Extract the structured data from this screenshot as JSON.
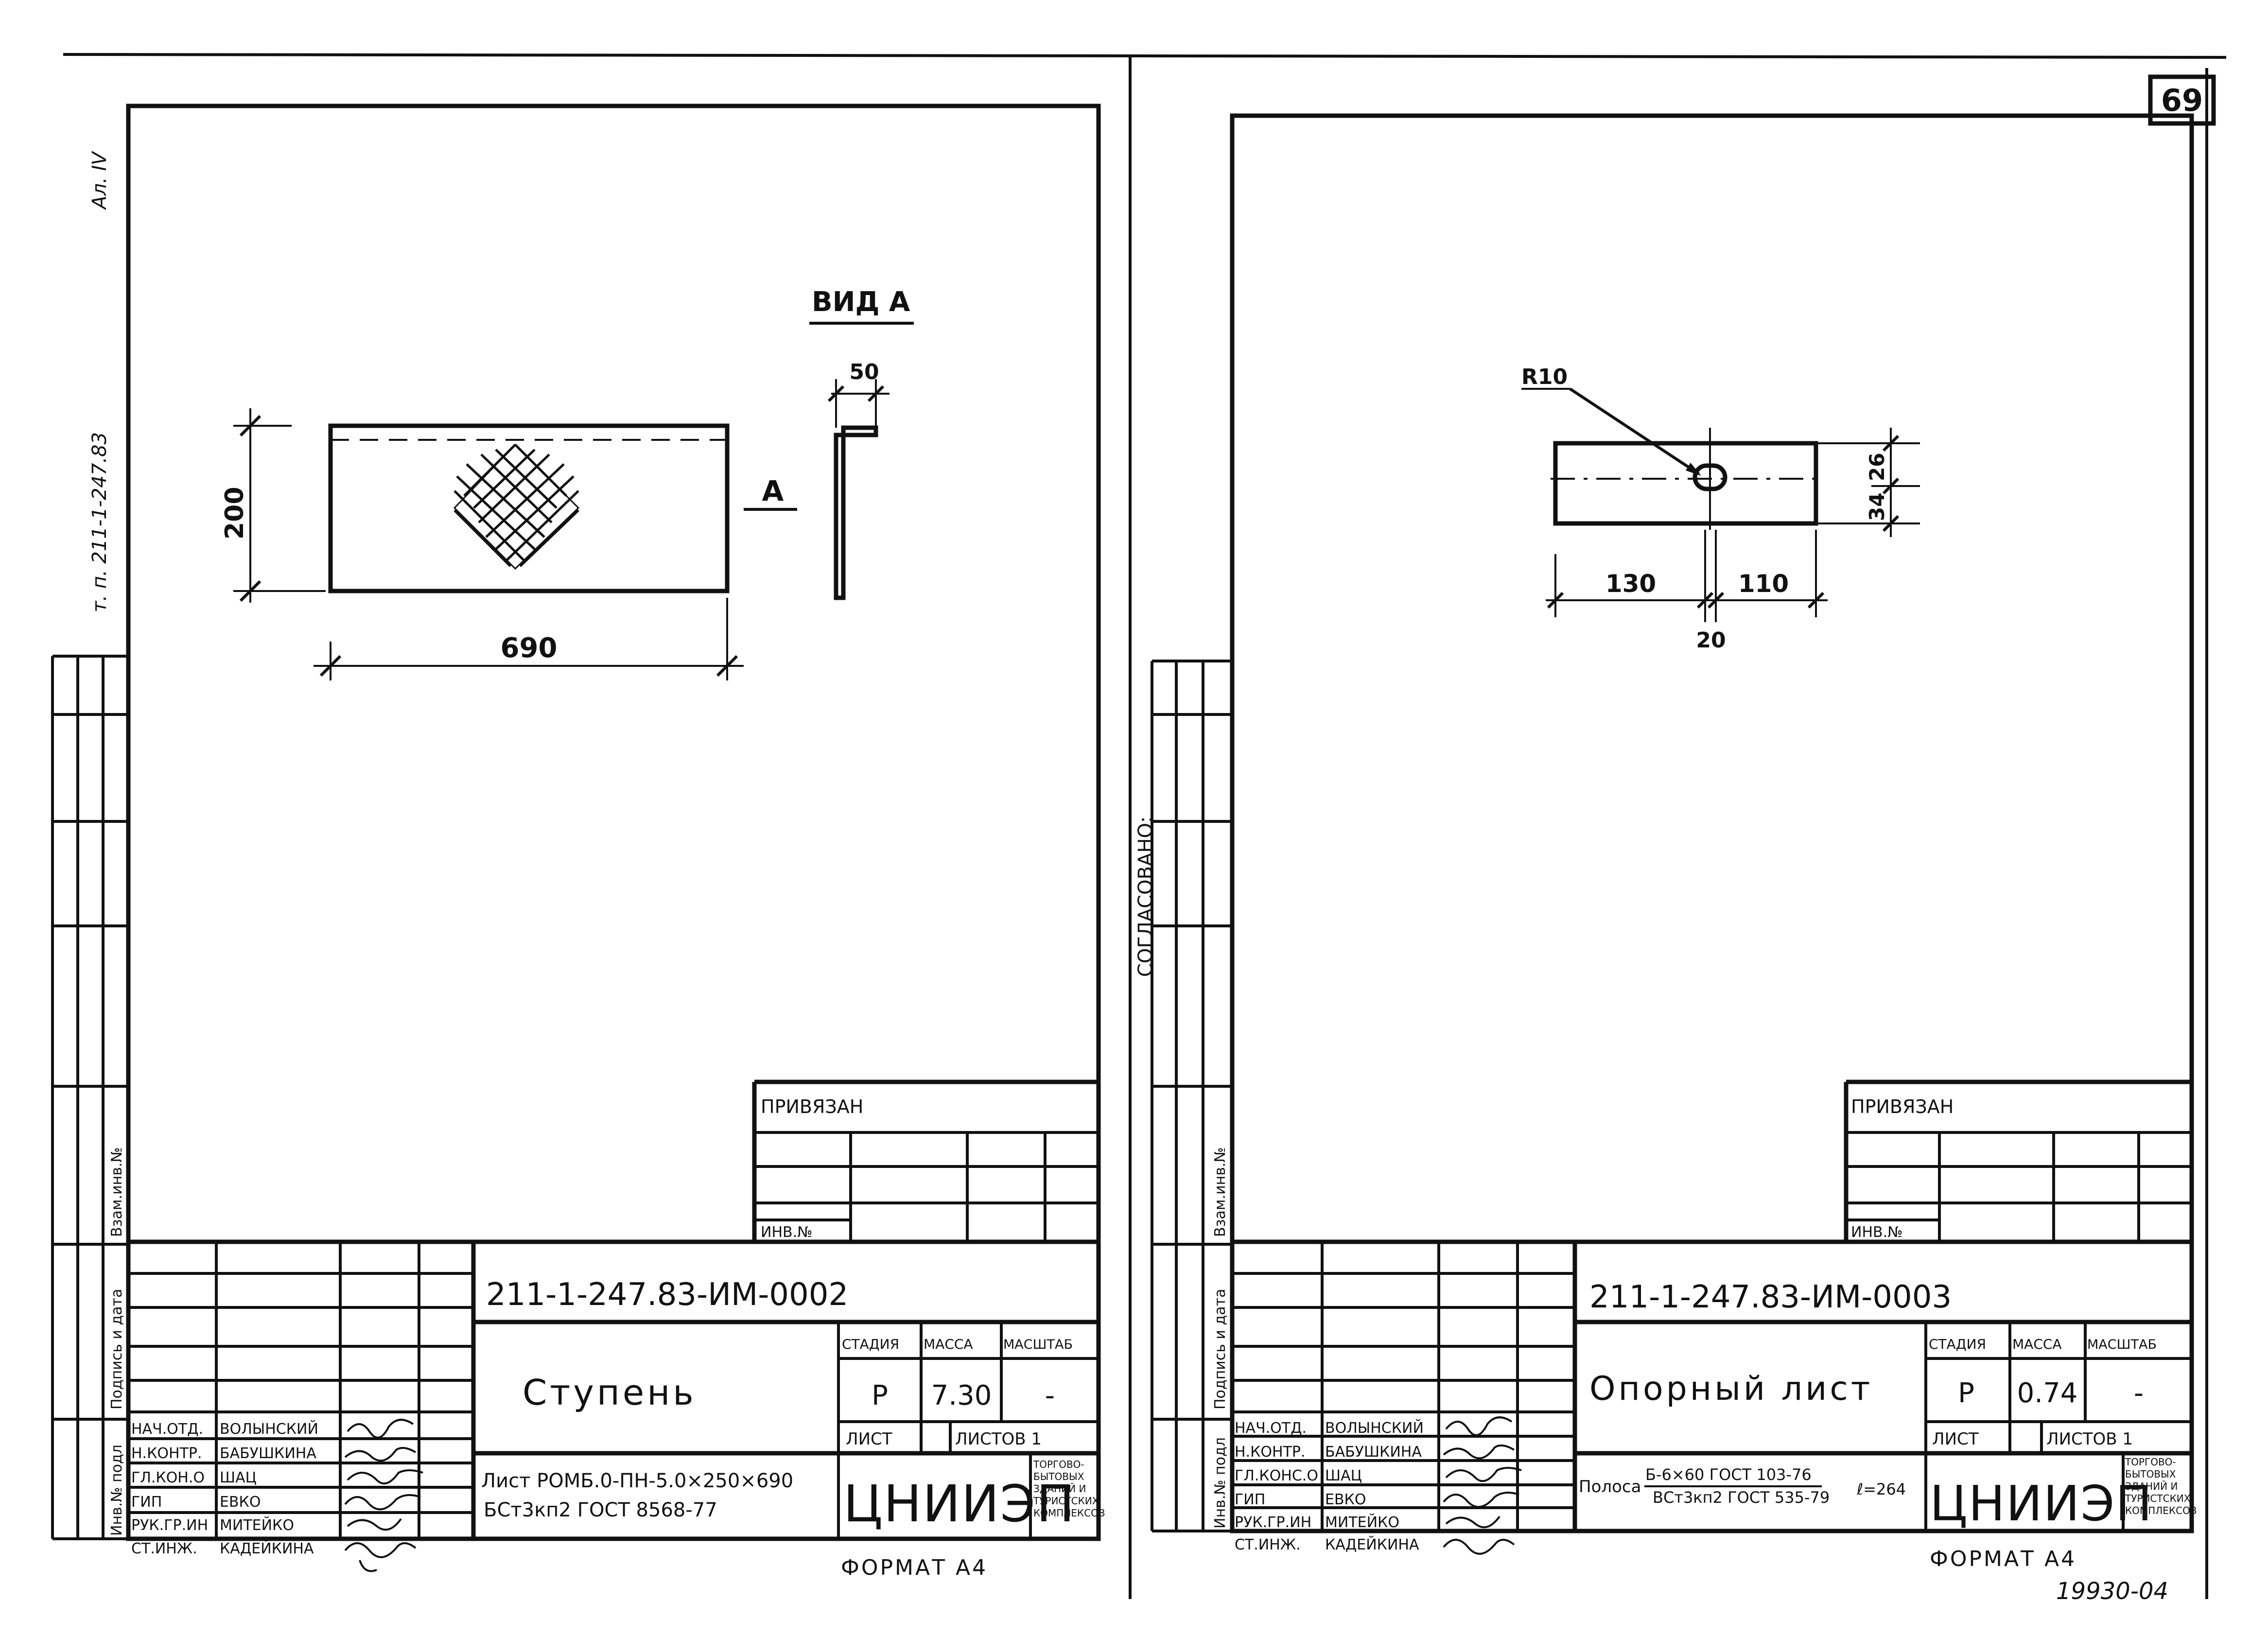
{
  "page_number": "69",
  "bottom_code": "19930-04",
  "left_margin": {
    "album": "Ал. IV",
    "project": "т. п. 211-1-247.83",
    "stamp_cols": [
      "Инв.№ подл",
      "Подпись и дата",
      "Взам.инв.№"
    ]
  },
  "right_margin": {
    "agreed": "СОГЛАСОВАНО:",
    "stamp_cols": [
      "Инв.№ подл",
      "Подпись и дата",
      "Взам.инв.№"
    ]
  },
  "sheets": [
    {
      "id": "left",
      "view_label": "ВИД А",
      "view_marker": "А",
      "dims": {
        "height": "200",
        "width": "690",
        "flange": "50"
      },
      "privyazan": "ПРИВЯЗАН",
      "inv_no": "ИНВ.№",
      "doc_code": "211-1-247.83-ИМ-0002",
      "title": "Ступень",
      "stage_label": "СТАДИЯ",
      "mass_label": "МАССА",
      "scale_label": "МАСШТАБ",
      "stage": "Р",
      "mass": "7.30",
      "scale": "-",
      "sheet_label": "ЛИСТ",
      "sheets_label": "ЛИСТОВ 1",
      "org": "ЦНИИЭП",
      "org_sub": [
        "ТОРГОВО-",
        "БЫТОВЫХ",
        "ЗДАНИЙ И",
        "ТУРИСТСКИХ",
        "КОМПЛЕКСОВ"
      ],
      "material_line1": "Лист РОМБ.0-ПН-5.0×250×690",
      "material_line2": "БСт3кп2 ГОСТ 8568-77",
      "format": "ФОРМАТ А4",
      "signers": [
        {
          "role": "НАЧ.ОТД.",
          "name": "ВОЛЫНСКИЙ"
        },
        {
          "role": "Н.КОНТР.",
          "name": "БАБУШКИНА"
        },
        {
          "role": "ГЛ.КОН.О",
          "name": "ШАЦ"
        },
        {
          "role": "ГИП",
          "name": "ЕВКО"
        },
        {
          "role": "РУК.ГР.ИН",
          "name": "МИТЕЙКО"
        },
        {
          "role": "СТ.ИНЖ.",
          "name": "КАДЕЙКИНА"
        }
      ]
    },
    {
      "id": "right",
      "dims": {
        "radius": "R10",
        "left": "130",
        "right": "110",
        "slot": "20",
        "h1": "34",
        "h2": "26"
      },
      "privyazan": "ПРИВЯЗАН",
      "inv_no": "ИНВ.№",
      "doc_code": "211-1-247.83-ИМ-0003",
      "title": "Опорный лист",
      "stage_label": "СТАДИЯ",
      "mass_label": "МАССА",
      "scale_label": "МАСШТАБ",
      "stage": "Р",
      "mass": "0.74",
      "scale": "-",
      "sheet_label": "ЛИСТ",
      "sheets_label": "ЛИСТОВ 1",
      "org": "ЦНИИЭП",
      "org_sub": [
        "ТОРГОВО-",
        "БЫТОВЫХ",
        "ЗДАНИЙ И",
        "ТУРИСТСКИХ",
        "КОМПЛЕКСОВ"
      ],
      "material_prefix": "Полоса",
      "material_line1": "Б-6×60 ГОСТ 103-76",
      "material_line2": "ВСт3кп2 ГОСТ 535-79",
      "material_len": "ℓ=264",
      "format": "ФОРМАТ А4",
      "signers": [
        {
          "role": "НАЧ.ОТД.",
          "name": "ВОЛЫНСКИЙ"
        },
        {
          "role": "Н.КОНТР.",
          "name": "БАБУШКИНА"
        },
        {
          "role": "ГЛ.КОНС.О",
          "name": "ШАЦ"
        },
        {
          "role": "ГИП",
          "name": "ЕВКО"
        },
        {
          "role": "РУК.ГР.ИН",
          "name": "МИТЕЙКО"
        },
        {
          "role": "СТ.ИНЖ.",
          "name": "КАДЕЙКИНА"
        }
      ]
    }
  ]
}
